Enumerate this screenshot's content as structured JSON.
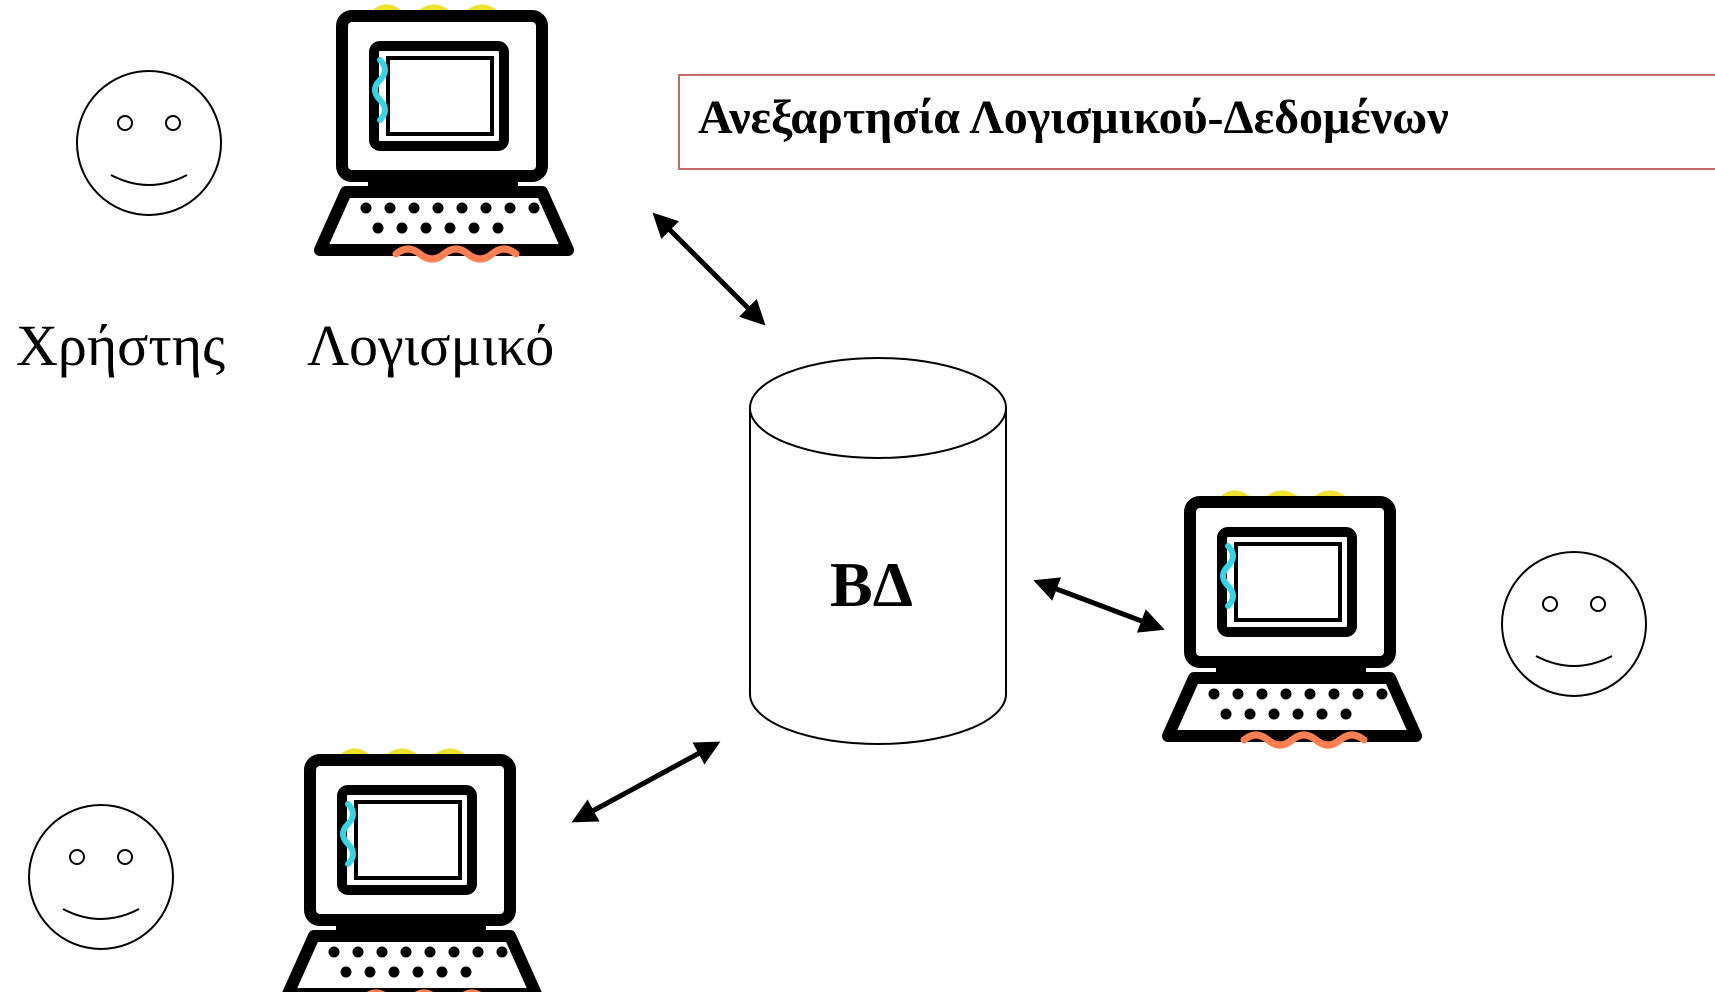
{
  "title": "Ανεξαρτησία Λογισμικού-Δεδομένων",
  "labels": {
    "user": "Χρήστης",
    "software": "Λογισμικό"
  },
  "database": {
    "label": "ΒΔ"
  },
  "nodes": [
    {
      "role": "user",
      "icon": "smiley-face-icon"
    },
    {
      "role": "software",
      "icon": "computer-icon"
    }
  ],
  "colors": {
    "title_border": "#c86a6a",
    "screen_accent": "#33d6e6",
    "top_accent": "#f0e030",
    "keyboard_accent": "#ff7f50"
  }
}
